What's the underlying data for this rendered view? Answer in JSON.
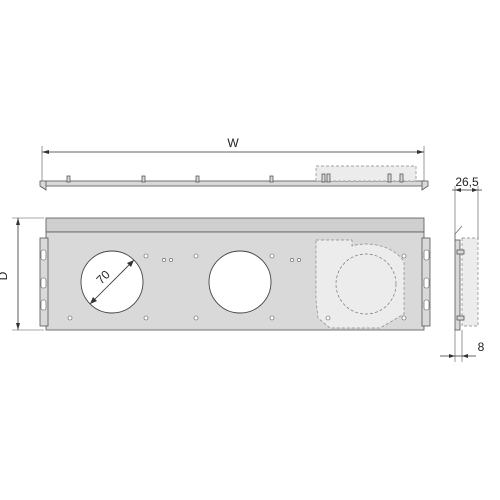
{
  "dimensions": {
    "width_label": "W",
    "depth_label": "D",
    "hole_diameter": "70",
    "side_depth": "26,5",
    "side_offset": "8"
  },
  "colors": {
    "plate": "#d9d9d9",
    "edge": "#cfcfcf",
    "line": "#333333",
    "ghost": "#ececec"
  }
}
